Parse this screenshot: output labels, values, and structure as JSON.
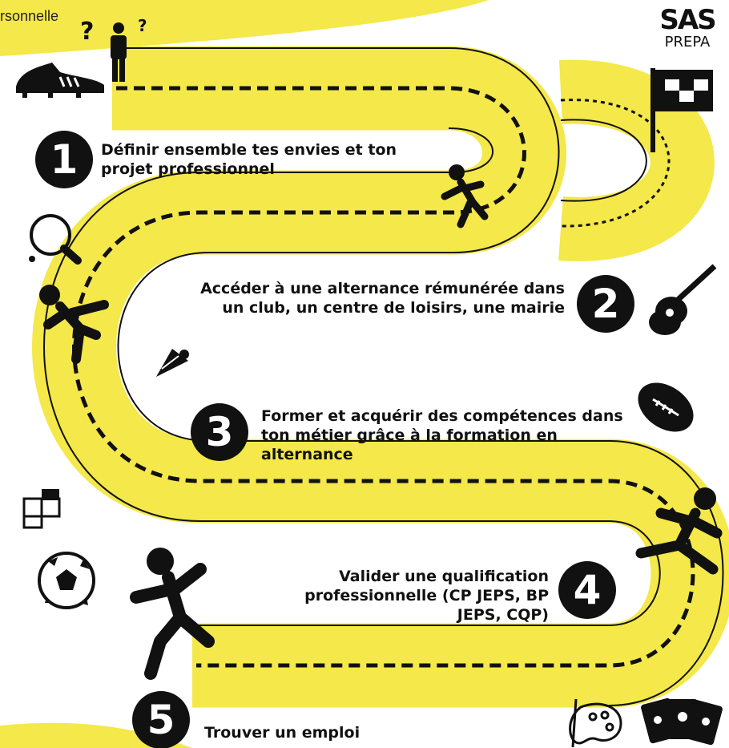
{
  "header": {
    "partial_text_top": "...",
    "partial_text": "rsonnelle",
    "question_marks": [
      "?",
      "?"
    ]
  },
  "logo": {
    "main": "SAS",
    "sub": "PREPA"
  },
  "steps": [
    {
      "number": "1",
      "text": "Définir ensemble tes envies et ton projet professionnel"
    },
    {
      "number": "2",
      "text": "Accéder à une alternance rémunérée dans un club, un centre de loisirs, une mairie"
    },
    {
      "number": "3",
      "text": "Former et acquérir des compétences dans ton métier grâce à la formation en alternance"
    },
    {
      "number": "4",
      "text": "Valider une qualification professionnelle (CP JEPS, BP JEPS, CQP)"
    },
    {
      "number": "5",
      "text": "Trouver un emploi"
    }
  ],
  "colors": {
    "track": "#F4E84A",
    "ink": "#111111",
    "background": "#FFFFFF"
  },
  "icons": [
    "football-boot-icon",
    "person-icon",
    "checkered-flag-icon",
    "ping-pong-icon",
    "runner-icon",
    "guitar-icon",
    "shuttlecock-icon",
    "rugby-ball-icon",
    "puzzle-icon",
    "soccer-ball-icon",
    "palette-icon",
    "playing-cards-icon"
  ]
}
